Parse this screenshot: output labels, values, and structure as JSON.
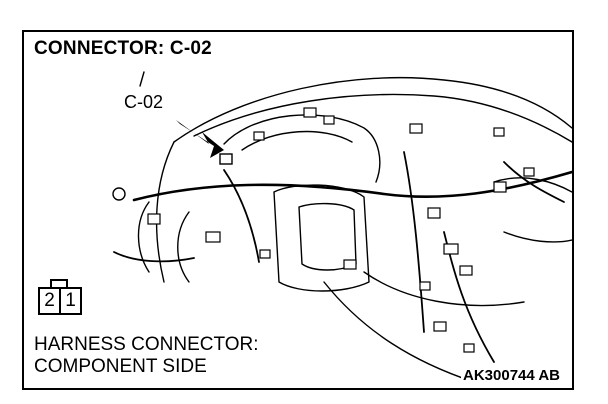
{
  "title": "CONNECTOR: C-02",
  "callout_label": "C-02",
  "connector_pins": [
    "2",
    "1"
  ],
  "harness_label": {
    "line1": "HARNESS CONNECTOR:",
    "line2": "COMPONENT SIDE"
  },
  "figure_code": "AK300744 AB"
}
